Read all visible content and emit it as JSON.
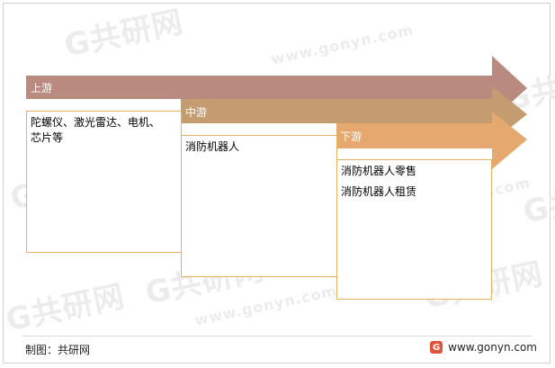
{
  "stages": [
    {
      "label": "上游",
      "items": [
        "陀螺仪、激光雷达、电机、",
        "芯片等"
      ],
      "color": "#b98b80"
    },
    {
      "label": "中游",
      "items": [
        "消防机器人"
      ],
      "color": "#c59b70"
    },
    {
      "label": "下游",
      "items": [
        "消防机器人零售",
        "消防机器人租赁"
      ],
      "color": "#e5a86f"
    }
  ],
  "box_border_color": "#e3b25f",
  "footer": {
    "source": "制图：共研网",
    "website": "www.gonyn.com",
    "logo_icon": "gonyn-logo-icon"
  },
  "watermark": {
    "brand": "G共研网",
    "url": "www.gonyn.com"
  }
}
